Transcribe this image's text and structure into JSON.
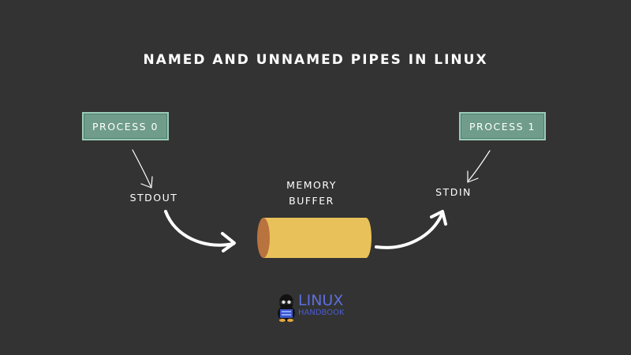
{
  "diagram": {
    "title": "NAMED AND UNNAMED PIPES IN LINUX",
    "process_0": "PROCESS 0",
    "process_1": "PROCESS 1",
    "stdout": "STDOUT",
    "stdin": "STDIN",
    "buffer_line_1": "MEMORY",
    "buffer_line_2": "BUFFER"
  },
  "logo": {
    "line_1": "LINUX",
    "line_2": "HANDBOOK"
  },
  "colors": {
    "background": "#333333",
    "process_fill": "#6f9c8b",
    "process_border": "#9ccbb9",
    "buffer_body": "#e9c15a",
    "buffer_end": "#b8733f",
    "arrows": "#ffffff",
    "logo_text": "#5d6ee0"
  }
}
